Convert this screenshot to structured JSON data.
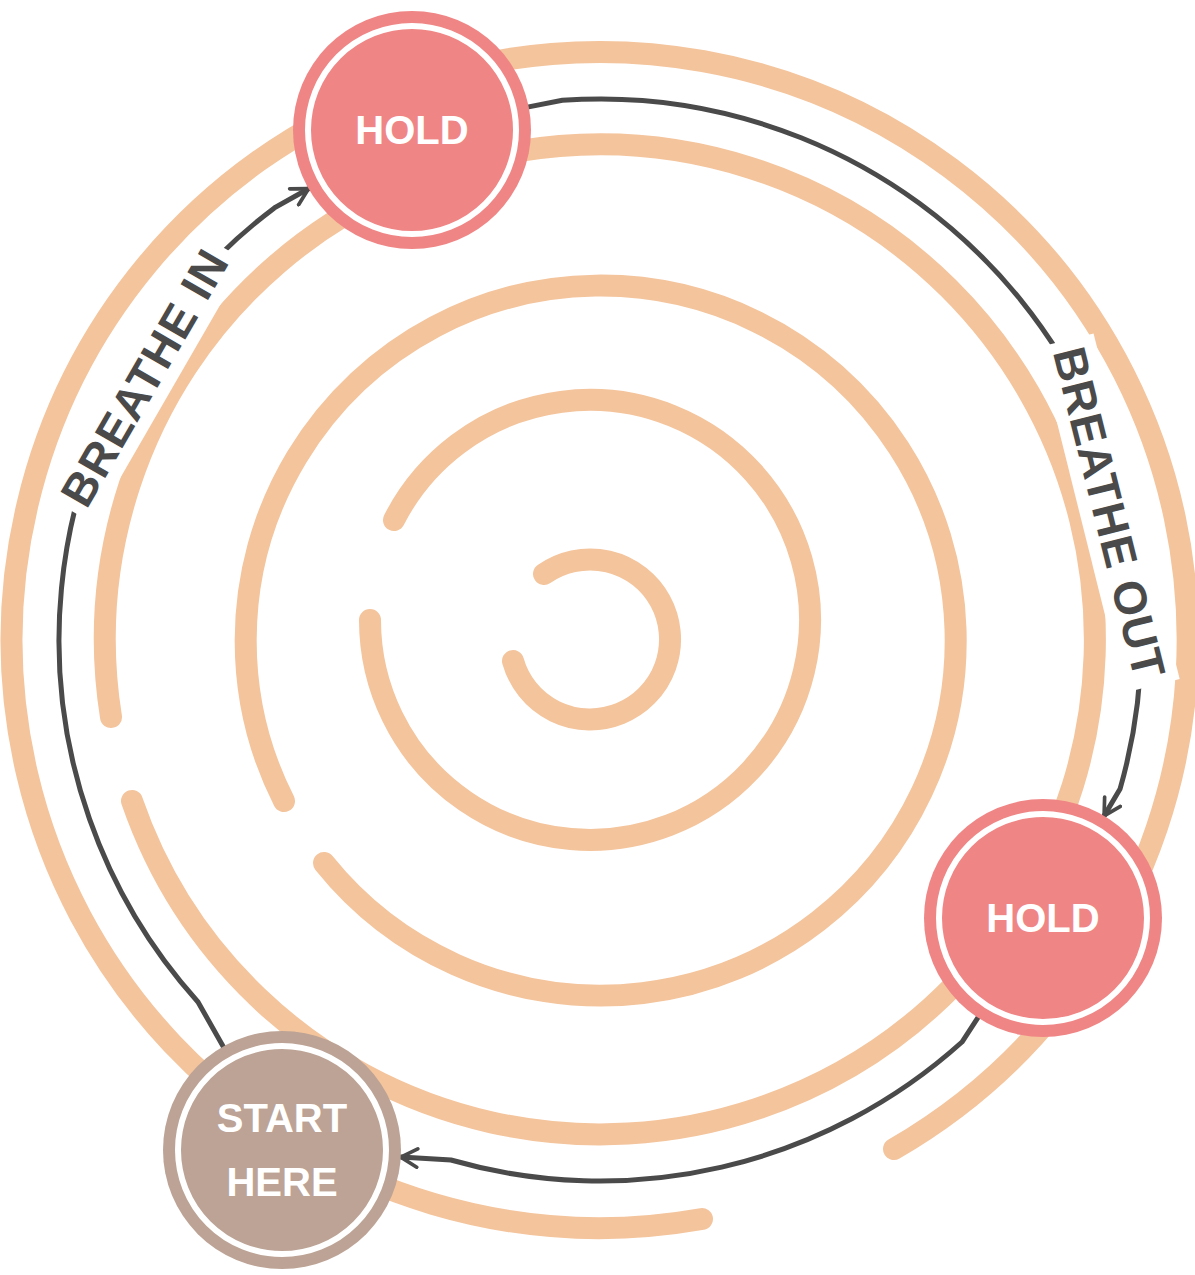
{
  "diagram": {
    "nodes": [
      {
        "text": [
          "HOLD"
        ]
      },
      {
        "text": [
          "HOLD"
        ]
      },
      {
        "text": [
          "START HERE"
        ]
      }
    ],
    "edges": [
      {
        "from": 2,
        "to": 0,
        "arrow": "to",
        "label": "BREATHE IN"
      },
      {
        "from": 0,
        "to": 1,
        "arrow": "to",
        "label": "BREATHE OUT"
      },
      {
        "from": 1,
        "to": 2,
        "arrow": "to"
      }
    ]
  }
}
